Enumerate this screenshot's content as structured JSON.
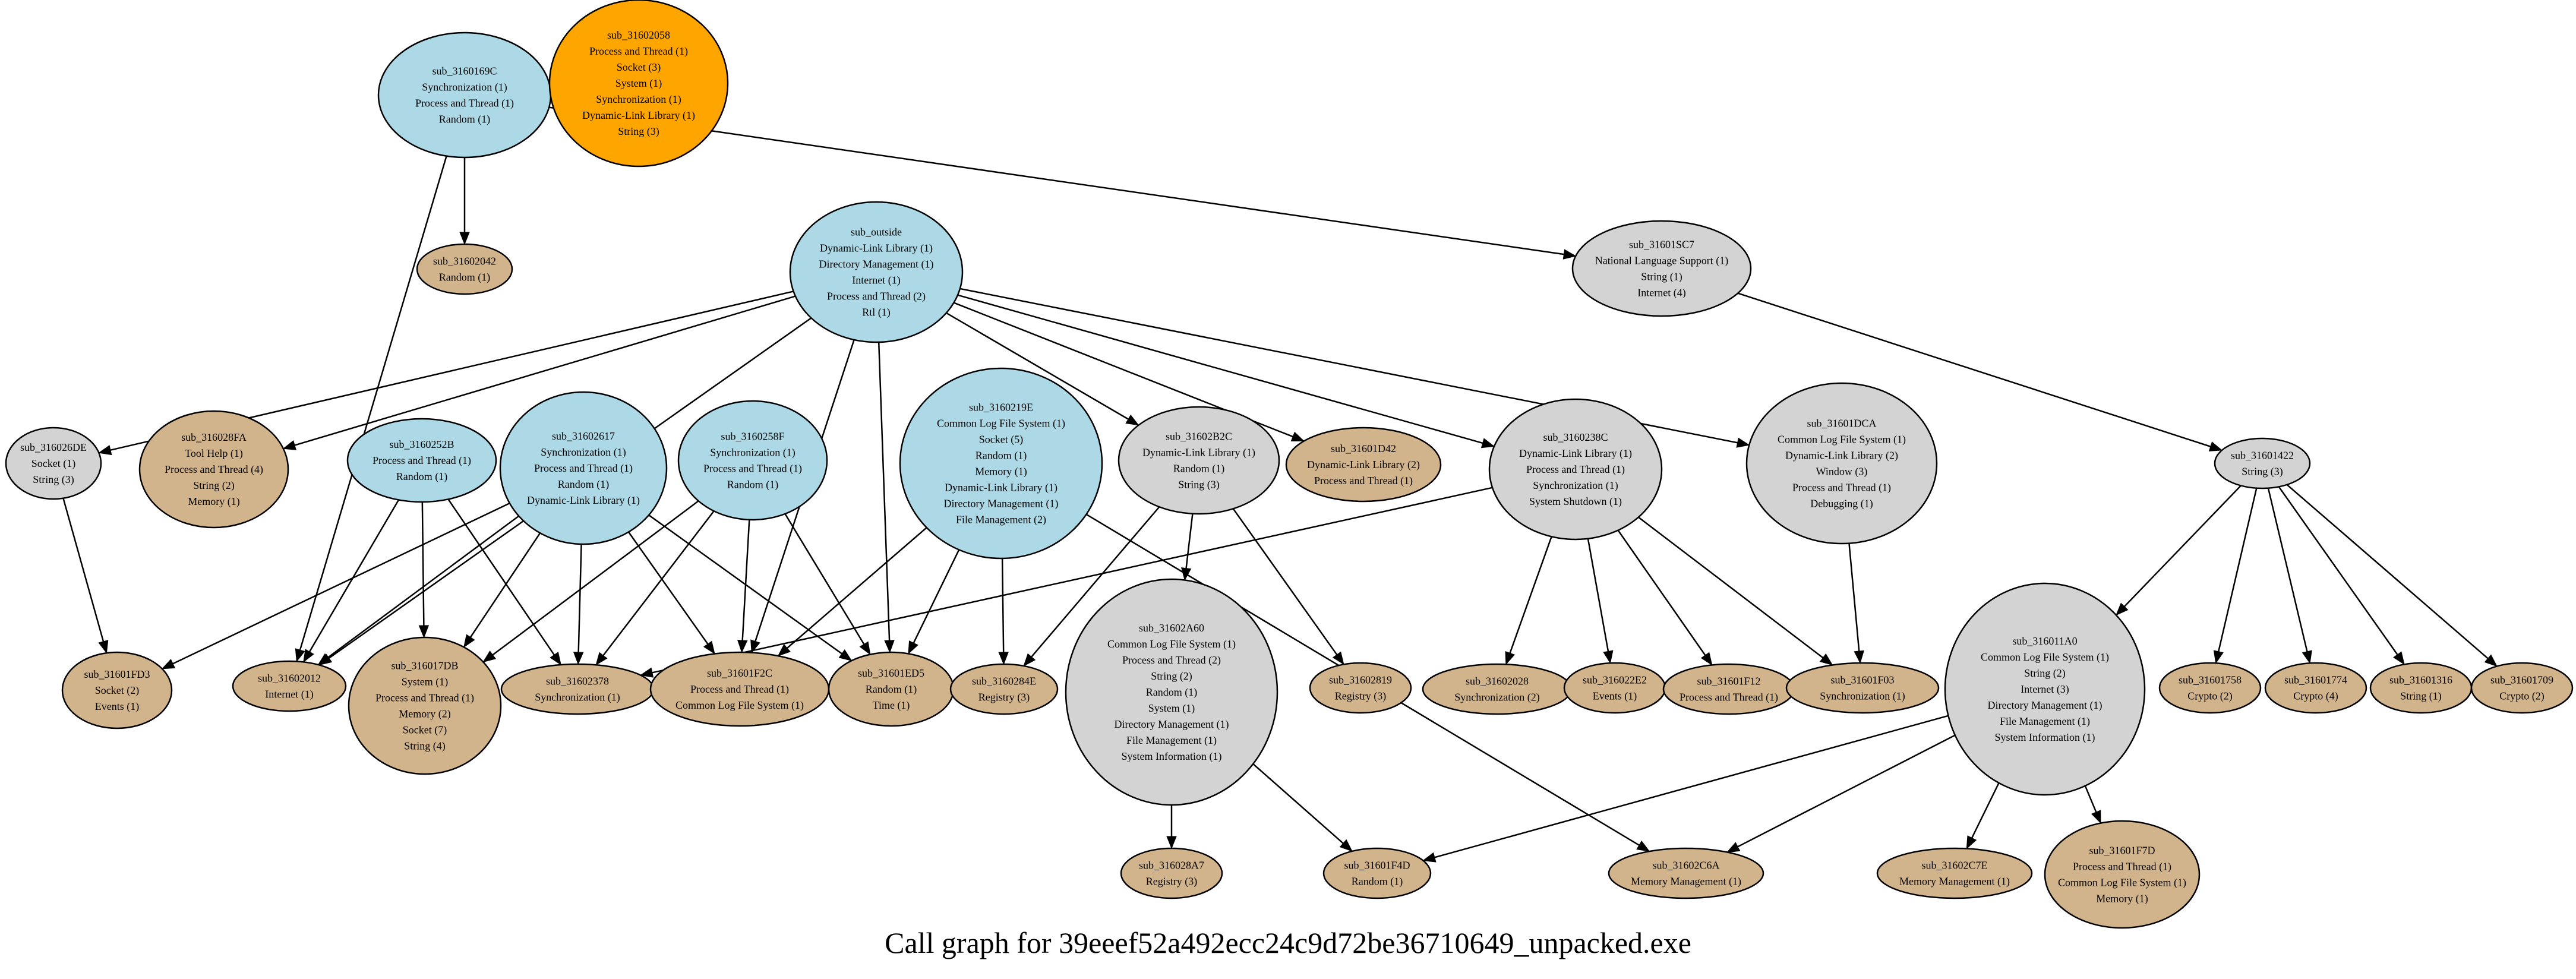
{
  "caption": "Call graph for 39eeef52a492ecc24c9d72be36710649_unpacked.exe",
  "colors": {
    "external": "#add8e6",
    "internal": "#d3d3d3",
    "leaf": "#d2b48c",
    "isolated": "#ffa500",
    "edge": "#000000"
  },
  "nodes": [
    {
      "id": "sub_3160169C",
      "kind": "external",
      "lines": [
        "sub_3160169C",
        "Synchronization (1)",
        "Process and Thread (1)",
        "Random (1)"
      ]
    },
    {
      "id": "sub_31602058",
      "kind": "isolated",
      "lines": [
        "sub_31602058",
        "Process and Thread (1)",
        "Socket (3)",
        "System (1)",
        "Synchronization (1)",
        "Dynamic-Link Library (1)",
        "String (3)"
      ]
    },
    {
      "id": "sub_31602042",
      "kind": "leaf",
      "lines": [
        "sub_31602042",
        "Random (1)"
      ]
    },
    {
      "id": "sub_outside",
      "kind": "external",
      "lines": [
        "sub_outside",
        "Dynamic-Link Library (1)",
        "Directory Management (1)",
        "Internet (1)",
        "Process and Thread (2)",
        "Rtl (1)"
      ]
    },
    {
      "id": "sub_31601SC7",
      "kind": "internal",
      "lines": [
        "sub_31601SC7",
        "National Language Support (1)",
        "String (1)",
        "Internet (4)"
      ]
    },
    {
      "id": "sub_316026DE",
      "kind": "internal",
      "lines": [
        "sub_316026DE",
        "Socket (1)",
        "String (3)"
      ]
    },
    {
      "id": "sub_316028FA",
      "kind": "leaf",
      "lines": [
        "sub_316028FA",
        "Tool Help (1)",
        "Process and Thread (4)",
        "String (2)",
        "Memory (1)"
      ]
    },
    {
      "id": "sub_3160252B",
      "kind": "external",
      "lines": [
        "sub_3160252B",
        "Process and Thread (1)",
        "Random (1)"
      ]
    },
    {
      "id": "sub_31602617",
      "kind": "external",
      "lines": [
        "sub_31602617",
        "Synchronization (1)",
        "Process and Thread (1)",
        "Random (1)",
        "Dynamic-Link Library (1)"
      ]
    },
    {
      "id": "sub_3160258F",
      "kind": "external",
      "lines": [
        "sub_3160258F",
        "Synchronization (1)",
        "Process and Thread (1)",
        "Random (1)"
      ]
    },
    {
      "id": "sub_3160219E",
      "kind": "external",
      "lines": [
        "sub_3160219E",
        "Common Log File System (1)",
        "Socket (5)",
        "Random (1)",
        "Memory (1)",
        "Dynamic-Link Library (1)",
        "Directory Management (1)",
        "File Management (2)"
      ]
    },
    {
      "id": "sub_31602B2C",
      "kind": "internal",
      "lines": [
        "sub_31602B2C",
        "Dynamic-Link Library (1)",
        "Random (1)",
        "String (3)"
      ]
    },
    {
      "id": "sub_31601D42",
      "kind": "leaf",
      "lines": [
        "sub_31601D42",
        "Dynamic-Link Library (2)",
        "Process and Thread (1)"
      ]
    },
    {
      "id": "sub_3160238C",
      "kind": "internal",
      "lines": [
        "sub_3160238C",
        "Dynamic-Link Library (1)",
        "Process and Thread (1)",
        "Synchronization (1)",
        "System Shutdown (1)"
      ]
    },
    {
      "id": "sub_31601DCA",
      "kind": "internal",
      "lines": [
        "sub_31601DCA",
        "Common Log File System (1)",
        "Dynamic-Link Library (2)",
        "Window (3)",
        "Process and Thread (1)",
        "Debugging (1)"
      ]
    },
    {
      "id": "sub_31601422",
      "kind": "internal",
      "lines": [
        "sub_31601422",
        "String (3)"
      ]
    },
    {
      "id": "sub_31601FD3",
      "kind": "leaf",
      "lines": [
        "sub_31601FD3",
        "Socket (2)",
        "Events (1)"
      ]
    },
    {
      "id": "sub_31602012",
      "kind": "leaf",
      "lines": [
        "sub_31602012",
        "Internet (1)"
      ]
    },
    {
      "id": "sub_316017DB",
      "kind": "leaf",
      "lines": [
        "sub_316017DB",
        "System (1)",
        "Process and Thread (1)",
        "Memory (2)",
        "Socket (7)",
        "String (4)"
      ]
    },
    {
      "id": "sub_31602378",
      "kind": "leaf",
      "lines": [
        "sub_31602378",
        "Synchronization (1)"
      ]
    },
    {
      "id": "sub_31601F2C",
      "kind": "leaf",
      "lines": [
        "sub_31601F2C",
        "Process and Thread (1)",
        "Common Log File System (1)"
      ]
    },
    {
      "id": "sub_31601ED5",
      "kind": "leaf",
      "lines": [
        "sub_31601ED5",
        "Random (1)",
        "Time (1)"
      ]
    },
    {
      "id": "sub_3160284E",
      "kind": "leaf",
      "lines": [
        "sub_3160284E",
        "Registry (3)"
      ]
    },
    {
      "id": "sub_31602A60",
      "kind": "internal",
      "lines": [
        "sub_31602A60",
        "Common Log File System (1)",
        "Process and Thread (2)",
        "String (2)",
        "Random (1)",
        "System (1)",
        "Directory Management (1)",
        "File Management (1)",
        "System Information (1)"
      ]
    },
    {
      "id": "sub_31602819",
      "kind": "leaf",
      "lines": [
        "sub_31602819",
        "Registry (3)"
      ]
    },
    {
      "id": "sub_31602028",
      "kind": "leaf",
      "lines": [
        "sub_31602028",
        "Synchronization (2)"
      ]
    },
    {
      "id": "sub_316022E2",
      "kind": "leaf",
      "lines": [
        "sub_316022E2",
        "Events (1)"
      ]
    },
    {
      "id": "sub_31601F12",
      "kind": "leaf",
      "lines": [
        "sub_31601F12",
        "Process and Thread (1)"
      ]
    },
    {
      "id": "sub_31601F03",
      "kind": "leaf",
      "lines": [
        "sub_31601F03",
        "Synchronization (1)"
      ]
    },
    {
      "id": "sub_316011A0",
      "kind": "internal",
      "lines": [
        "sub_316011A0",
        "Common Log File System (1)",
        "String (2)",
        "Internet (3)",
        "Directory Management (1)",
        "File Management (1)",
        "System Information (1)"
      ]
    },
    {
      "id": "sub_31601758",
      "kind": "leaf",
      "lines": [
        "sub_31601758",
        "Crypto (2)"
      ]
    },
    {
      "id": "sub_31601774",
      "kind": "leaf",
      "lines": [
        "sub_31601774",
        "Crypto (4)"
      ]
    },
    {
      "id": "sub_31601316",
      "kind": "leaf",
      "lines": [
        "sub_31601316",
        "String (1)"
      ]
    },
    {
      "id": "sub_31601709",
      "kind": "leaf",
      "lines": [
        "sub_31601709",
        "Crypto (2)"
      ]
    },
    {
      "id": "sub_316028A7",
      "kind": "leaf",
      "lines": [
        "sub_316028A7",
        "Registry (3)"
      ]
    },
    {
      "id": "sub_31601F4D",
      "kind": "leaf",
      "lines": [
        "sub_31601F4D",
        "Random (1)"
      ]
    },
    {
      "id": "sub_31602C6A",
      "kind": "leaf",
      "lines": [
        "sub_31602C6A",
        "Memory Management (1)"
      ]
    },
    {
      "id": "sub_31602C7E",
      "kind": "leaf",
      "lines": [
        "sub_31602C7E",
        "Memory Management (1)"
      ]
    },
    {
      "id": "sub_31601F7D",
      "kind": "leaf",
      "lines": [
        "sub_31601F7D",
        "Process and Thread (1)",
        "Common Log File System (1)",
        "Memory (1)"
      ]
    }
  ],
  "edges": [
    [
      "sub_3160169C",
      "sub_31602042"
    ],
    [
      "sub_3160169C",
      "sub_31601SC7"
    ],
    [
      "sub_3160169C",
      "sub_31602012"
    ],
    [
      "sub_31601SC7",
      "sub_31601422"
    ],
    [
      "sub_outside",
      "sub_316026DE"
    ],
    [
      "sub_outside",
      "sub_316028FA"
    ],
    [
      "sub_outside",
      "sub_31602012"
    ],
    [
      "sub_outside",
      "sub_31601F2C"
    ],
    [
      "sub_outside",
      "sub_31601ED5"
    ],
    [
      "sub_outside",
      "sub_31602B2C"
    ],
    [
      "sub_outside",
      "sub_31601D42"
    ],
    [
      "sub_outside",
      "sub_3160238C"
    ],
    [
      "sub_outside",
      "sub_31601DCA"
    ],
    [
      "sub_316026DE",
      "sub_31601FD3"
    ],
    [
      "sub_3160252B",
      "sub_31602012"
    ],
    [
      "sub_3160252B",
      "sub_316017DB"
    ],
    [
      "sub_3160252B",
      "sub_31602378"
    ],
    [
      "sub_31602617",
      "sub_31601FD3"
    ],
    [
      "sub_31602617",
      "sub_31602012"
    ],
    [
      "sub_31602617",
      "sub_316017DB"
    ],
    [
      "sub_31602617",
      "sub_31602378"
    ],
    [
      "sub_31602617",
      "sub_31601F2C"
    ],
    [
      "sub_31602617",
      "sub_31601ED5"
    ],
    [
      "sub_3160258F",
      "sub_316017DB"
    ],
    [
      "sub_3160258F",
      "sub_31602378"
    ],
    [
      "sub_3160258F",
      "sub_31601F2C"
    ],
    [
      "sub_3160258F",
      "sub_31601ED5"
    ],
    [
      "sub_3160219E",
      "sub_31601F2C"
    ],
    [
      "sub_3160219E",
      "sub_31601ED5"
    ],
    [
      "sub_3160219E",
      "sub_3160284E"
    ],
    [
      "sub_3160219E",
      "sub_31602C6A"
    ],
    [
      "sub_31602B2C",
      "sub_3160284E"
    ],
    [
      "sub_31602B2C",
      "sub_31602A60"
    ],
    [
      "sub_31602B2C",
      "sub_31602819"
    ],
    [
      "sub_31602A60",
      "sub_316028A7"
    ],
    [
      "sub_31602A60",
      "sub_31601F4D"
    ],
    [
      "sub_3160238C",
      "sub_31602378"
    ],
    [
      "sub_3160238C",
      "sub_31602028"
    ],
    [
      "sub_3160238C",
      "sub_316022E2"
    ],
    [
      "sub_3160238C",
      "sub_31601F12"
    ],
    [
      "sub_3160238C",
      "sub_31601F03"
    ],
    [
      "sub_31601DCA",
      "sub_31601F03"
    ],
    [
      "sub_31601422",
      "sub_316011A0"
    ],
    [
      "sub_31601422",
      "sub_31601758"
    ],
    [
      "sub_31601422",
      "sub_31601774"
    ],
    [
      "sub_31601422",
      "sub_31601316"
    ],
    [
      "sub_31601422",
      "sub_31601709"
    ],
    [
      "sub_316011A0",
      "sub_31601F4D"
    ],
    [
      "sub_316011A0",
      "sub_31602C6A"
    ],
    [
      "sub_316011A0",
      "sub_31602C7E"
    ],
    [
      "sub_316011A0",
      "sub_31601F7D"
    ]
  ]
}
